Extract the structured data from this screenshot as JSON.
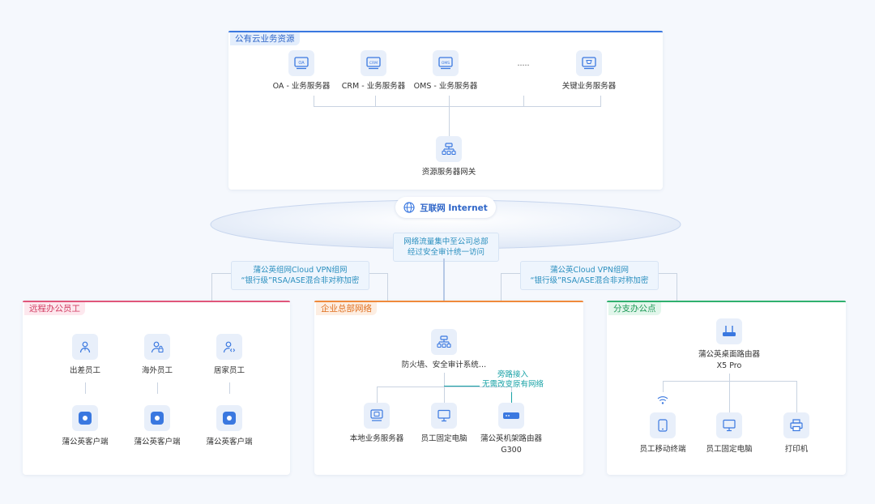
{
  "cloud": {
    "tag": "公有云业务资源",
    "servers": [
      {
        "icon_text": "OA",
        "label": "OA - 业务服务器"
      },
      {
        "icon_text": "CRM",
        "label": "CRM - 业务服务器"
      },
      {
        "icon_text": "OMS",
        "label": "OMS - 业务服务器"
      },
      {
        "icon_text": "",
        "label": "关键业务服务器"
      }
    ],
    "ellipsis": ".....",
    "gateway_label": "资源服务器网关"
  },
  "internet": {
    "label": "互联网 Internet",
    "note_line1": "网络流量集中至公司总部",
    "note_line2": "经过安全审计统一访问"
  },
  "vpn_left": {
    "line1": "蒲公英组网Cloud VPN组网",
    "line2": "“银行级”RSA/ASE混合非对称加密"
  },
  "vpn_right": {
    "line1": "蒲公英Cloud VPN组网",
    "line2": "“银行级”RSA/ASE混合非对称加密"
  },
  "remote": {
    "tag": "远程办公员工",
    "users": [
      "出差员工",
      "海外员工",
      "居家员工"
    ],
    "clients": [
      "蒲公英客户端",
      "蒲公英客户端",
      "蒲公英客户端"
    ]
  },
  "hq": {
    "tag": "企业总部网络",
    "firewall_label": "防火墙、安全审计系统…",
    "bypass_line1": "旁路接入",
    "bypass_line2": "无需改变原有网络",
    "devices": [
      "本地业务服务器",
      "员工固定电脑",
      "蒲公英机架路由器"
    ],
    "router_model": "G300"
  },
  "branch": {
    "tag": "分支办公点",
    "router_label": "蒲公英桌面路由器",
    "router_model": "X5 Pro",
    "devices": [
      "员工移动终端",
      "员工固定电脑",
      "打印机"
    ]
  },
  "colors": {
    "accent_blue": "#3a78e0",
    "remote_pink": "#e0567a",
    "hq_orange": "#f08a3c",
    "branch_green": "#2fb06e",
    "teal_text": "#17a2a6"
  }
}
